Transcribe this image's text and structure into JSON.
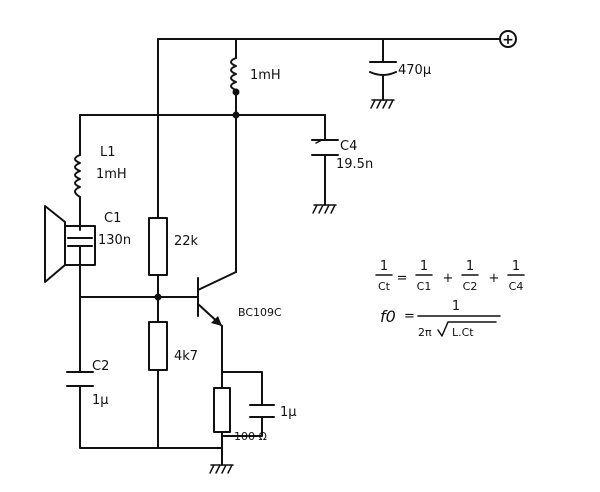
{
  "diagram": {
    "components": {
      "cap_supply": "470µ",
      "inductor_top": "1mH",
      "inductor_l1_name": "L1",
      "inductor_l1_value": "1mH",
      "cap_c1_name": "C1",
      "cap_c1_value": "130n",
      "cap_c4_name": "C4",
      "cap_c4_value": "19.5n",
      "res_top": "22k",
      "res_bottom": "4k7",
      "transistor": "BC109C",
      "cap_c2_name": "C2",
      "cap_c2_value": "1µ",
      "cap_emitter": "1µ",
      "res_emitter": "100 Ω",
      "supply_terminal": "+"
    },
    "formulas": {
      "one": "1",
      "ct": "Ct",
      "c1": "C1",
      "c2": "C2",
      "c4": "C4",
      "eq": "=",
      "plus": "+",
      "f0": "f0",
      "two_pi": "2π",
      "sqrt_arg": "L.Ct"
    }
  }
}
